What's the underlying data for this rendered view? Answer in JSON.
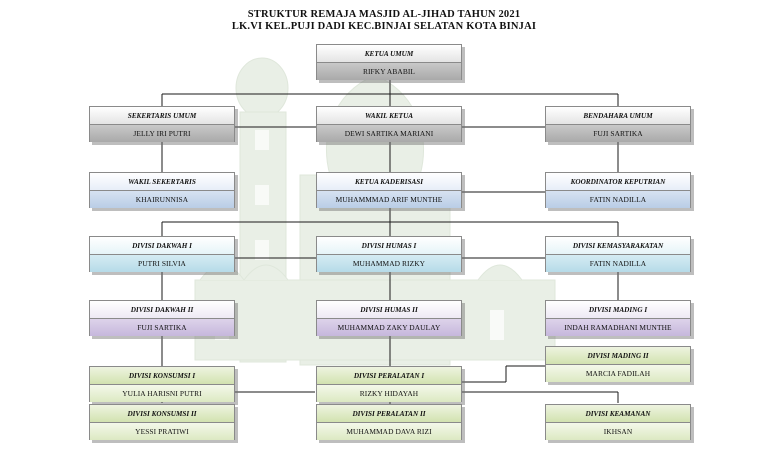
{
  "header": {
    "title_line1": "STRUKTUR REMAJA MASJID AL-JIHAD TAHUN 2021",
    "title_line2": "LK.VI KEL.PUJI DADI KEC.BINJAI SELATAN KOTA BINJAI"
  },
  "nodes": {
    "ketua_umum": {
      "role": "KETUA UMUM",
      "name": "RIFKY ABABIL"
    },
    "sekertaris_umum": {
      "role": "SEKERTARIS UMUM",
      "name": "JELLY IRI PUTRI"
    },
    "wakil_ketua": {
      "role": "WAKIL KETUA",
      "name": "DEWI SARTIKA MARIANI"
    },
    "bendahara_umum": {
      "role": "BENDAHARA UMUM",
      "name": "FUJI SARTIKA"
    },
    "wakil_sekertaris": {
      "role": "WAKIL SEKERTARIS",
      "name": "KHAIRUNNISA"
    },
    "ketua_kaderisasi": {
      "role": "KETUA KADERISASI",
      "name": "MUHAMMMAD ARIF MUNTHE"
    },
    "koordinator_keputrian": {
      "role": "KOORDINATOR KEPUTRIAN",
      "name": "FATIN NADILLA"
    },
    "divisi_dakwah_1": {
      "role": "DIVISI DAKWAH I",
      "name": "PUTRI SILVIA"
    },
    "divisi_humas_1": {
      "role": "DIVISI HUMAS I",
      "name": "MUHAMMAD RIZKY"
    },
    "divisi_kemasyarakatan": {
      "role": "DIVISI KEMASYARAKATAN",
      "name": "FATIN NADILLA"
    },
    "divisi_dakwah_2": {
      "role": "DIVISI DAKWAH II",
      "name": "FUJI SARTIKA"
    },
    "divisi_humas_2": {
      "role": "DIVISI HUMAS II",
      "name": "MUHAMMAD ZAKY DAULAY"
    },
    "divisi_mading_1": {
      "role": "DIVISI MADING I",
      "name": "INDAH RAMADHANI MUNTHE"
    },
    "divisi_mading_2": {
      "role": "DIVISI MADING II",
      "name": "MARCIA FADILAH"
    },
    "divisi_konsumsi_1": {
      "role": "DIVISI KONSUMSI I",
      "name": "YULIA HARISNI PUTRI"
    },
    "divisi_peralatan_1": {
      "role": "DIVISI PERALATAN I",
      "name": "RIZKY HIDAYAH"
    },
    "divisi_konsumsi_2": {
      "role": "DIVISI KONSUMSI II",
      "name": "YESSI PRATIWI"
    },
    "divisi_peralatan_2": {
      "role": "DIVISI PERALATAN II",
      "name": "MUHAMMAD DAVA RIZI"
    },
    "divisi_keamanan": {
      "role": "DIVISI KEAMANAN",
      "name": "IKHSAN"
    }
  }
}
